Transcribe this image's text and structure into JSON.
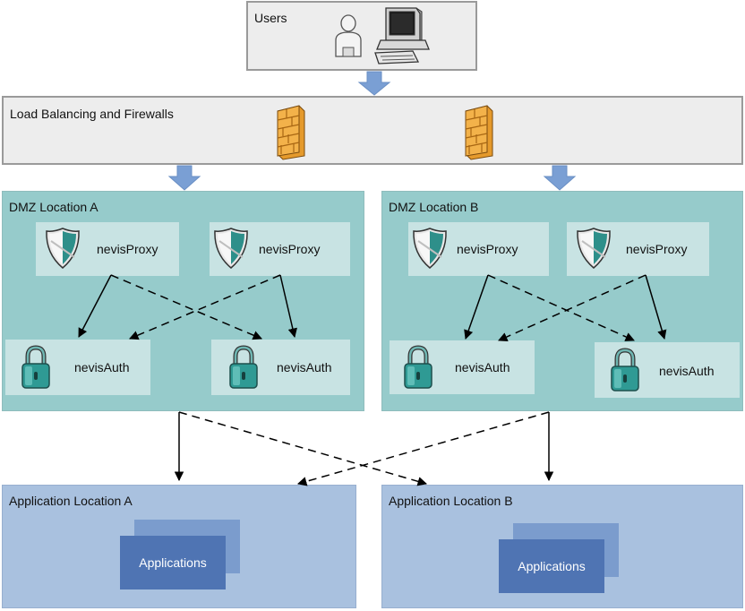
{
  "users": {
    "title": "Users"
  },
  "load_balancing": {
    "title": "Load Balancing and Firewalls"
  },
  "dmz": [
    {
      "title": "DMZ Location A",
      "proxies": [
        "nevisProxy",
        "nevisProxy"
      ],
      "auths": [
        "nevisAuth",
        "nevisAuth"
      ]
    },
    {
      "title": "DMZ Location B",
      "proxies": [
        "nevisProxy",
        "nevisProxy"
      ],
      "auths": [
        "nevisAuth",
        "nevisAuth"
      ]
    }
  ],
  "applications": [
    {
      "title": "Application Location A",
      "label": "Applications"
    },
    {
      "title": "Application Location B",
      "label": "Applications"
    }
  ],
  "colors": {
    "arrow_fill": "#7a9fd4",
    "dmz_bg": "#96cbcb",
    "app_bg": "#a9c1df",
    "firewall": "#f0a93a",
    "lock": "#2f9a94"
  },
  "icons": [
    "user-icon",
    "computer-icon",
    "firewall-icon",
    "shield-icon",
    "lock-icon"
  ]
}
